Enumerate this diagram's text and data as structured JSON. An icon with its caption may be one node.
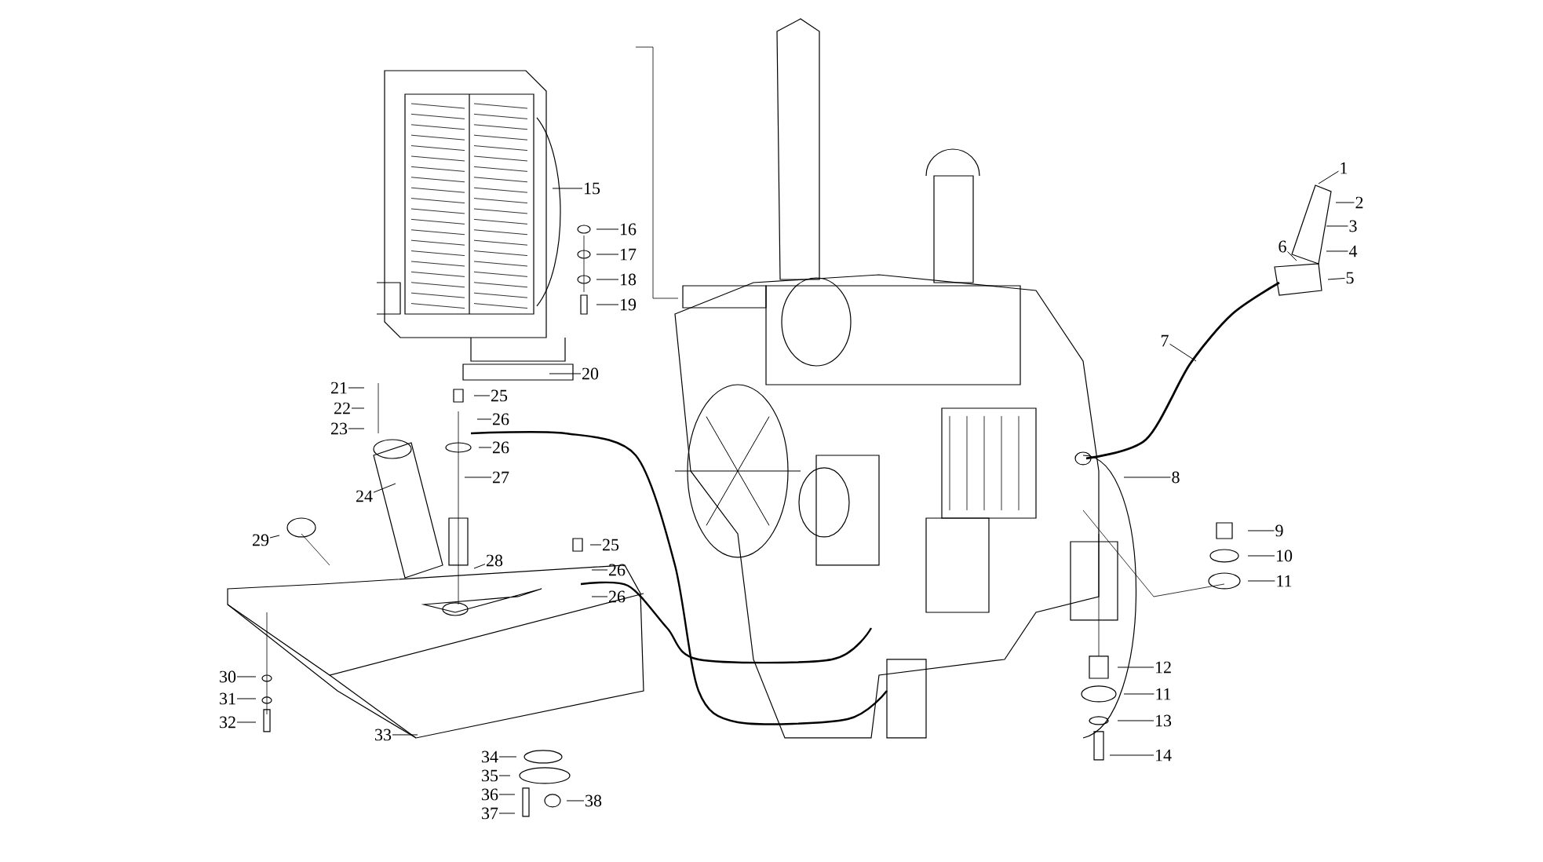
{
  "diagram": {
    "nodes": [
      {
        "text": [
          "1"
        ]
      },
      {
        "text": [
          "2"
        ]
      },
      {
        "text": [
          "3"
        ]
      },
      {
        "text": [
          "4"
        ]
      },
      {
        "text": [
          "5"
        ]
      },
      {
        "text": [
          "6"
        ]
      },
      {
        "text": [
          "7"
        ]
      },
      {
        "text": [
          "8"
        ]
      },
      {
        "text": [
          "9"
        ]
      },
      {
        "text": [
          "10"
        ]
      },
      {
        "text": [
          "11"
        ]
      },
      {
        "text": [
          "12"
        ]
      },
      {
        "text": [
          "11"
        ]
      },
      {
        "text": [
          "13"
        ]
      },
      {
        "text": [
          "14"
        ]
      },
      {
        "text": [
          "15"
        ]
      },
      {
        "text": [
          "16"
        ]
      },
      {
        "text": [
          "17"
        ]
      },
      {
        "text": [
          "18"
        ]
      },
      {
        "text": [
          "19"
        ]
      },
      {
        "text": [
          "20"
        ]
      },
      {
        "text": [
          "21"
        ]
      },
      {
        "text": [
          "22"
        ]
      },
      {
        "text": [
          "23"
        ]
      },
      {
        "text": [
          "24"
        ]
      },
      {
        "text": [
          "25"
        ]
      },
      {
        "text": [
          "26"
        ]
      },
      {
        "text": [
          "26"
        ]
      },
      {
        "text": [
          "27"
        ]
      },
      {
        "text": [
          "28"
        ]
      },
      {
        "text": [
          "25"
        ]
      },
      {
        "text": [
          "26"
        ]
      },
      {
        "text": [
          "26"
        ]
      },
      {
        "text": [
          "29"
        ]
      },
      {
        "text": [
          "30"
        ]
      },
      {
        "text": [
          "31"
        ]
      },
      {
        "text": [
          "32"
        ]
      },
      {
        "text": [
          "33"
        ]
      },
      {
        "text": [
          "34"
        ]
      },
      {
        "text": [
          "35"
        ]
      },
      {
        "text": [
          "36"
        ]
      },
      {
        "text": [
          "37"
        ]
      },
      {
        "text": [
          "38"
        ]
      }
    ],
    "edges": [
      {
        "from": 0,
        "to": null,
        "arrow": "none"
      },
      {
        "from": 1,
        "to": null,
        "arrow": "none"
      },
      {
        "from": 2,
        "to": null,
        "arrow": "none"
      },
      {
        "from": 3,
        "to": null,
        "arrow": "none"
      },
      {
        "from": 4,
        "to": null,
        "arrow": "none"
      },
      {
        "from": 5,
        "to": null,
        "arrow": "none"
      },
      {
        "from": 6,
        "to": null,
        "arrow": "none"
      },
      {
        "from": 7,
        "to": null,
        "arrow": "none"
      },
      {
        "from": 8,
        "to": null,
        "arrow": "none"
      },
      {
        "from": 9,
        "to": null,
        "arrow": "none"
      },
      {
        "from": 10,
        "to": null,
        "arrow": "none"
      },
      {
        "from": 11,
        "to": null,
        "arrow": "none"
      },
      {
        "from": 12,
        "to": null,
        "arrow": "none"
      },
      {
        "from": 13,
        "to": null,
        "arrow": "none"
      },
      {
        "from": 14,
        "to": null,
        "arrow": "none"
      },
      {
        "from": 15,
        "to": null,
        "arrow": "none"
      },
      {
        "from": 16,
        "to": null,
        "arrow": "none"
      },
      {
        "from": 17,
        "to": null,
        "arrow": "none"
      },
      {
        "from": 18,
        "to": null,
        "arrow": "none"
      },
      {
        "from": 19,
        "to": null,
        "arrow": "none"
      },
      {
        "from": 20,
        "to": null,
        "arrow": "none"
      },
      {
        "from": 21,
        "to": null,
        "arrow": "none"
      },
      {
        "from": 22,
        "to": null,
        "arrow": "none"
      },
      {
        "from": 23,
        "to": null,
        "arrow": "none"
      },
      {
        "from": 24,
        "to": null,
        "arrow": "none"
      },
      {
        "from": 25,
        "to": null,
        "arrow": "none"
      },
      {
        "from": 26,
        "to": null,
        "arrow": "none"
      },
      {
        "from": 27,
        "to": null,
        "arrow": "none"
      },
      {
        "from": 28,
        "to": null,
        "arrow": "none"
      },
      {
        "from": 29,
        "to": null,
        "arrow": "none"
      },
      {
        "from": 30,
        "to": null,
        "arrow": "none"
      },
      {
        "from": 31,
        "to": null,
        "arrow": "none"
      },
      {
        "from": 32,
        "to": null,
        "arrow": "none"
      },
      {
        "from": 33,
        "to": null,
        "arrow": "none"
      },
      {
        "from": 34,
        "to": null,
        "arrow": "none"
      },
      {
        "from": 35,
        "to": null,
        "arrow": "none"
      },
      {
        "from": 36,
        "to": null,
        "arrow": "none"
      },
      {
        "from": 37,
        "to": null,
        "arrow": "none"
      },
      {
        "from": 38,
        "to": null,
        "arrow": "none"
      },
      {
        "from": 39,
        "to": null,
        "arrow": "none"
      },
      {
        "from": 40,
        "to": null,
        "arrow": "none"
      },
      {
        "from": 41,
        "to": null,
        "arrow": "none"
      },
      {
        "from": 42,
        "to": null,
        "arrow": "none"
      }
    ]
  }
}
